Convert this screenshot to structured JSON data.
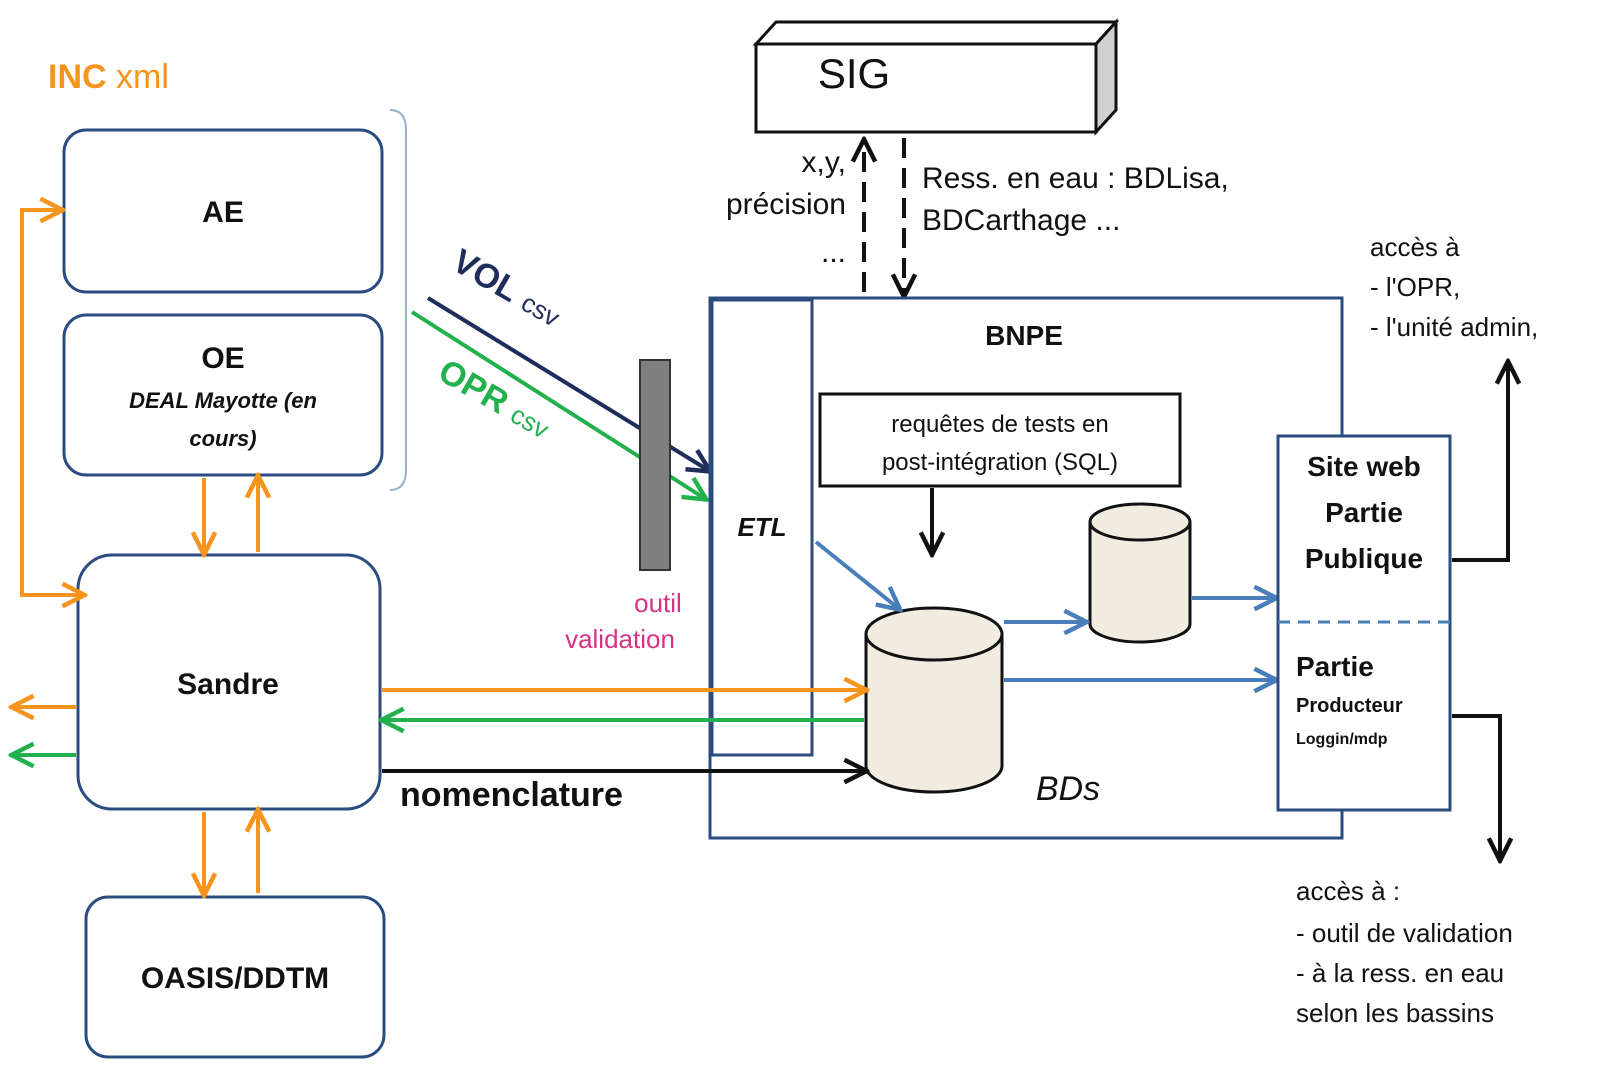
{
  "inc": {
    "label_bold": "INC",
    "label_rest": " xml",
    "color": "#f7941d"
  },
  "ae": {
    "label": "AE"
  },
  "oe": {
    "label": "OE",
    "sub1": "DEAL Mayotte (en",
    "sub2": "cours)"
  },
  "sandre": {
    "label": "Sandre"
  },
  "oasis": {
    "label": "OASIS/DDTM"
  },
  "sig": {
    "label": "SIG"
  },
  "sig_left": {
    "line1": "x,y,",
    "line2": "précision",
    "line3": "..."
  },
  "sig_right": {
    "line1": "Ress. en eau : BDLisa,",
    "line2": "BDCarthage ..."
  },
  "vol": {
    "label": "VOL",
    "format": "csv",
    "color": "#1f2d5a"
  },
  "opr": {
    "label": "OPR",
    "format": "csv",
    "color": "#22b14c"
  },
  "outil": {
    "line1": "outil",
    "line2": "validation",
    "color": "#d63384"
  },
  "bnpe": {
    "title": "BNPE",
    "etl": "ETL",
    "bds": "BDs",
    "requetes1": "requêtes de tests en",
    "requetes2": "post-intégration (SQL)"
  },
  "site": {
    "line1": "Site web",
    "line2": "Partie",
    "line3": "Publique",
    "partie": "Partie",
    "producteur": "Producteur",
    "login": "Loggin/mdp"
  },
  "nomenclature": {
    "label": "nomenclature"
  },
  "acces_top": {
    "line1": "accès à",
    "line2": "- l'OPR,",
    "line3": "- l'unité admin,"
  },
  "acces_bottom": {
    "line1": "accès à :",
    "line2": "- outil de validation",
    "line3": "- à la ress. en eau",
    "line4": "selon les bassins"
  },
  "colors": {
    "orange": "#f7941d",
    "green": "#22b14c",
    "navy": "#1f3b73",
    "blue": "#4a7ebb",
    "box_border": "#2b4c7e",
    "cylinder": "#f0ece0"
  }
}
